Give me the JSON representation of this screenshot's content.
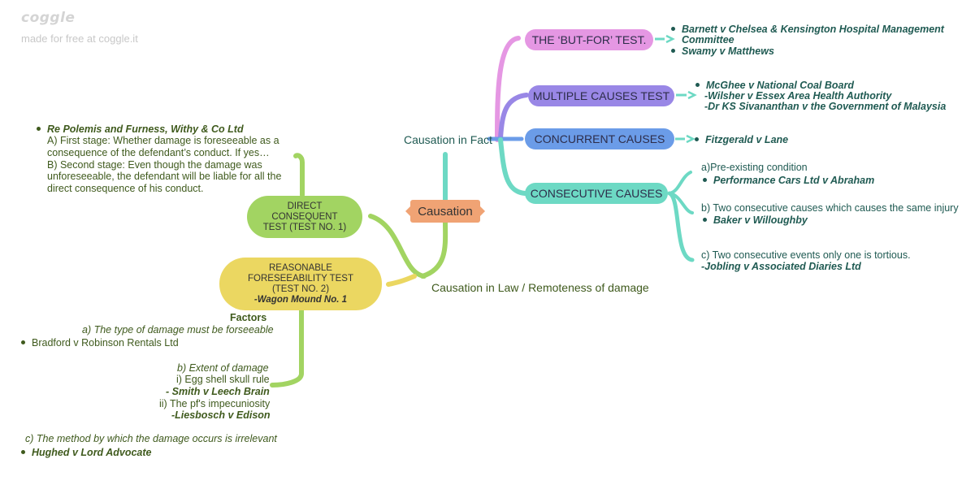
{
  "branding": {
    "logo": "coggle",
    "tagline": "made for free at coggle.it"
  },
  "central": {
    "label": "Causation"
  },
  "fact": {
    "label": "Causation in Fact",
    "but_for": {
      "label": "THE ‘BUT-FOR’ TEST.",
      "notes": [
        "Barnett v Chelsea & Kensington Hospital Management",
        "Committee",
        "Swamy v Matthews"
      ]
    },
    "multiple": {
      "label": "MULTIPLE CAUSES TEST",
      "notes": [
        "McGhee v National Coal Board",
        "-Wilsher v Essex Area Health Authority",
        "-Dr KS Sivananthan v the Government of Malaysia"
      ]
    },
    "concurrent": {
      "label": "CONCURRENT CAUSES",
      "notes": [
        "Fitzgerald v Lane"
      ]
    },
    "consecutive": {
      "label": "CONSECUTIVE CAUSES",
      "a_title": "a)Pre-existing condition",
      "a_case": "Performance Cars Ltd v Abraham",
      "b_title": "b) Two consecutive causes which causes the same injury",
      "b_case": "Baker v Willoughby",
      "c_title": "c) Two consecutive events only one is tortious.",
      "c_case": "-Jobling v Associated Diaries Ltd"
    }
  },
  "law": {
    "label": "Causation in Law / Remoteness of damage",
    "direct": {
      "lines": [
        "DIRECT",
        "CONSEQUENT",
        "TEST (TEST NO. 1)"
      ],
      "case": "Re Polemis and Furness, Withy & Co Ltd",
      "notes": [
        "A) First stage: Whether damage is foreseeable as a",
        "consequence of the defendant’s conduct. If yes…",
        "B) Second stage: Even though the damage was",
        "unforeseeable, the defendant will be liable for all the",
        "direct consequence of his conduct."
      ]
    },
    "reasonable": {
      "lines": [
        "REASONABLE",
        "FORESEEABILITY TEST",
        "(TEST NO. 2)"
      ],
      "case": "-Wagon Mound No. 1",
      "factors": {
        "title": "Factors",
        "a": "a) The type of damage must be forseeable",
        "a_case": "Bradford v Robinson Rentals Ltd",
        "b": "b) Extent of damage",
        "b_i": "i) Egg shell skull rule",
        "b_i_case": "- Smith v Leech Brain",
        "b_ii": "ii) The pf's impecuniosity",
        "b_ii_case": "-Liesbosch v Edison",
        "c": "c) The method by which the damage occurs is irrelevant",
        "c_case": "Hughed v Lord Advocate"
      }
    }
  },
  "colors": {
    "central": "#f0a374",
    "teal": "#6dd9c4",
    "pink": "#e597e3",
    "purple": "#9987e6",
    "blue": "#6b9ce8",
    "green": "#a2d462",
    "yellow": "#ebd761"
  }
}
